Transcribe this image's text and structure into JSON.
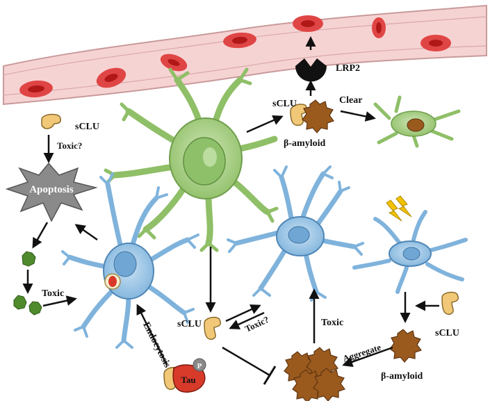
{
  "labels": {
    "lrp2": "LRP2",
    "sclu_top": "sCLU",
    "clear": "Clear",
    "beta_amyloid_top": "β-amyloid",
    "sclu_left": "sCLU",
    "toxic_q_left": "Toxic?",
    "apoptosis": "Apoptosis",
    "toxic_left": "Toxic",
    "endocytosis": "Endocytosis",
    "tau": "Tau",
    "p": "P",
    "sclu_center": "sCLU",
    "toxic_q_center": "Toxic?",
    "toxic_center": "Toxic",
    "aggregate": "Aggregate",
    "sclu_right": "sCLU",
    "beta_amyloid_right": "β-amyloid"
  },
  "colors": {
    "vessel_fill": "#f6d3d3",
    "vessel_edge": "#c99a9a",
    "rbc_outer": "#e04545",
    "rbc_inner": "#b01818",
    "microglia": "#a9d08a",
    "astrocyte": "#9cc6e6",
    "amyloid": "#9a5a1e",
    "clu": "#f0c878",
    "tau": "#d83a2a",
    "apoptosis": "#8a8a8a",
    "debris": "#4f8a2c",
    "lightning": "#f2c200"
  }
}
